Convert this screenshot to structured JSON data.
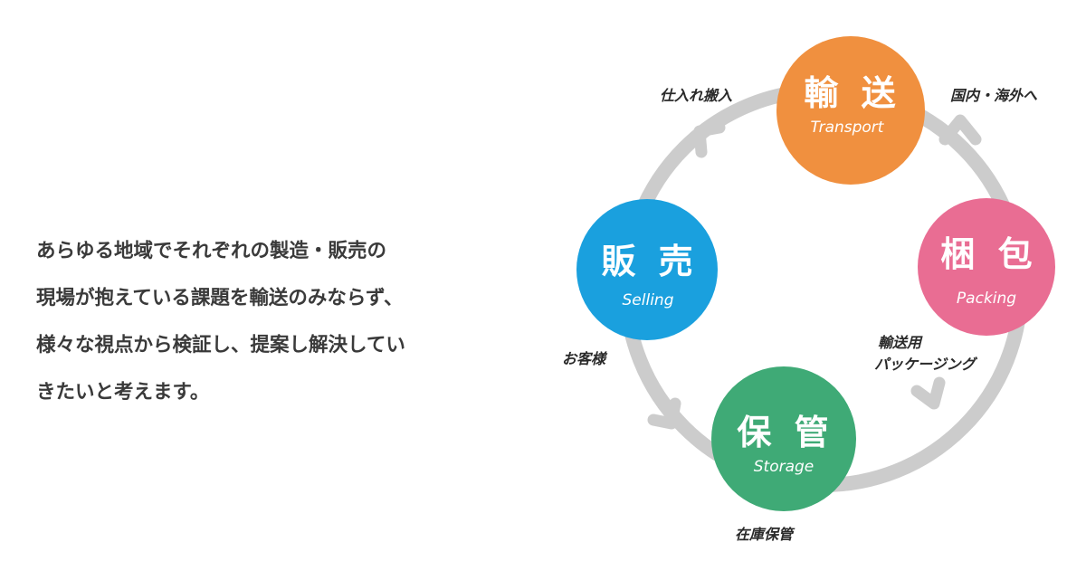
{
  "description_lines": [
    "あらゆる地域でそれぞれの製造・販売の",
    "現場が抱えている課題を輸送のみならず、",
    "様々な視点から検証し、提案し解決してい",
    "きたいと考えます。"
  ],
  "colors": {
    "transport": "#f0903f",
    "packing": "#e96d93",
    "storage": "#3faa76",
    "selling": "#1aa0de",
    "ring": "#cccccc"
  },
  "nodes": {
    "transport": {
      "title": "輸 送",
      "subtitle": "Transport"
    },
    "packing": {
      "title": "梱 包",
      "subtitle": "Packing"
    },
    "storage": {
      "title": "保 管",
      "subtitle": "Storage"
    },
    "selling": {
      "title": "販 売",
      "subtitle": "Selling"
    }
  },
  "edge_labels": {
    "transport_to_packing": "国内・海外へ",
    "packing_to_storage_line1": "輸送用",
    "packing_to_storage_line2": "パッケージング",
    "storage": "在庫保管",
    "selling_to_storage": "お客様",
    "selling_to_transport": "仕入れ搬入"
  }
}
